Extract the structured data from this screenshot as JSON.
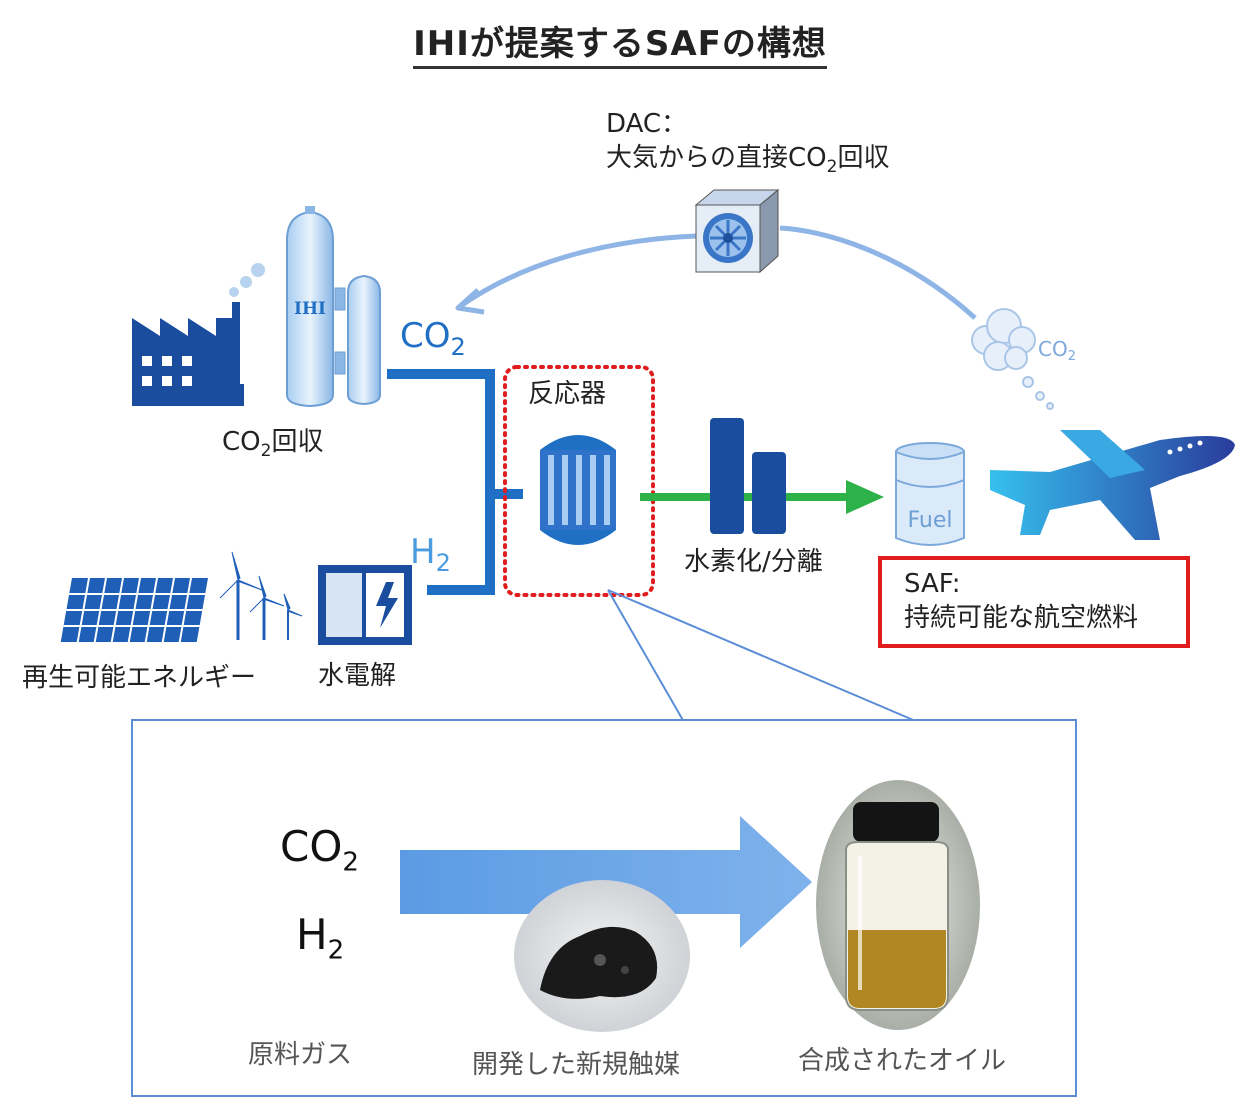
{
  "title": "IHIが提案するSAFの構想",
  "dac": {
    "line1": "DAC：",
    "line2_prefix": "大気からの直接CO",
    "line2_sub": "2",
    "line2_suffix": "回収"
  },
  "plant_logo": "IHI",
  "co2_flow": {
    "main": "CO",
    "sub": "2"
  },
  "h2_flow": {
    "main": "H",
    "sub": "2"
  },
  "co2_capture": {
    "main": "CO",
    "sub": "2",
    "suffix": "回収"
  },
  "reactor_label": "反応器",
  "hydro_label": "水素化/分離",
  "fuel_label": "Fuel",
  "cloud_label": {
    "main": "CO",
    "sub": "2"
  },
  "saf": {
    "line1": "SAF:",
    "line2": "持続可能な航空燃料"
  },
  "renewable_label": "再生可能エネルギー",
  "electrolysis_label": "水電解",
  "bottom": {
    "co2": {
      "main": "CO",
      "sub": "2"
    },
    "h2": {
      "main": "H",
      "sub": "2"
    },
    "raw_gas": "原料ガス",
    "catalyst": "開発した新規触媒",
    "oil": "合成されたオイル"
  },
  "colors": {
    "pipe_blue": "#1f6fc5",
    "light_blue": "#8fb4e6",
    "green_arrow": "#2db24a",
    "red_box": "#e11c1c",
    "dark_blue": "#1a4d9e"
  }
}
